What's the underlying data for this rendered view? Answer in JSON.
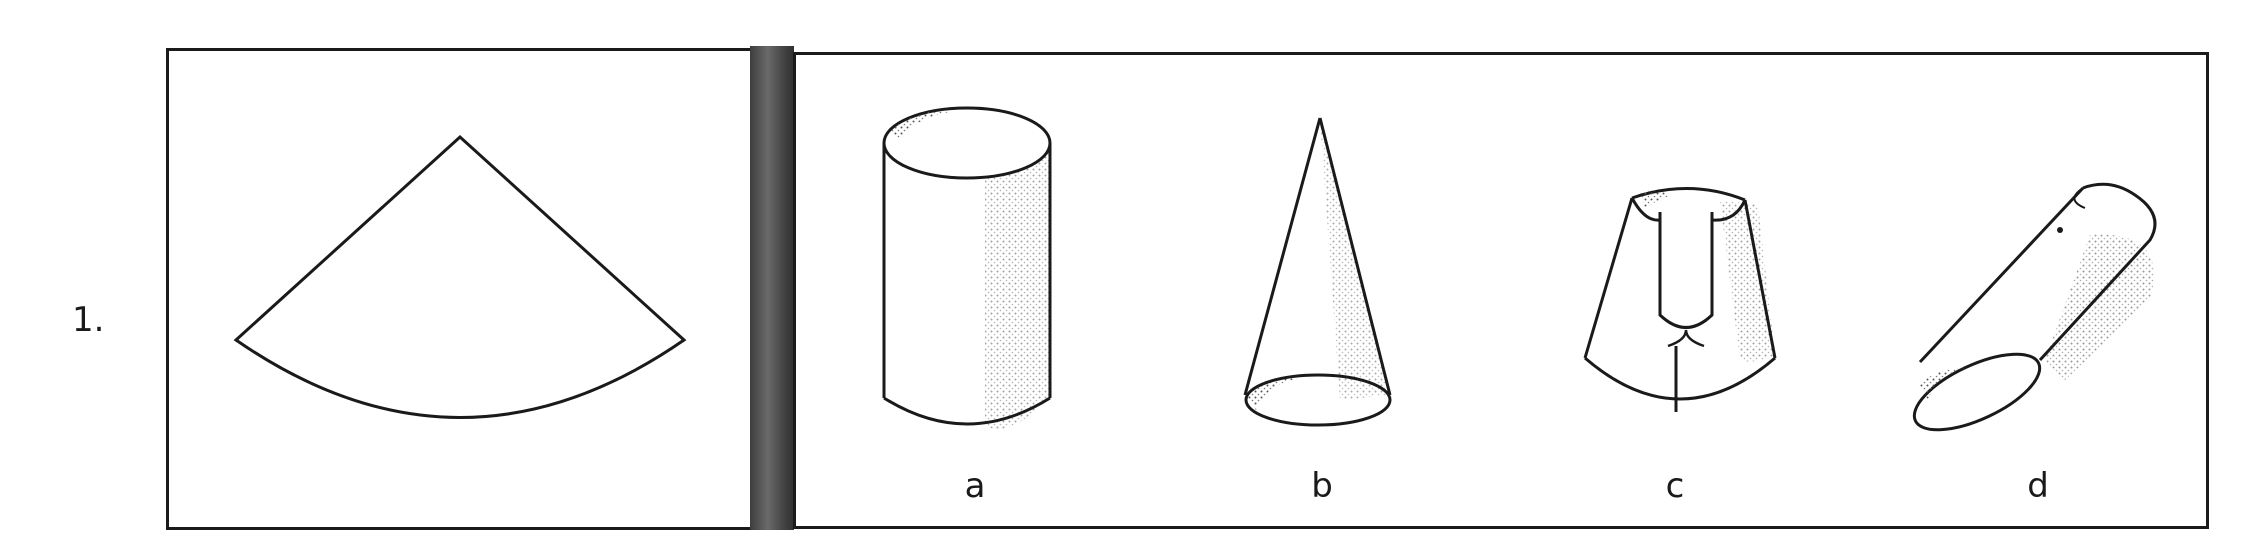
{
  "question": {
    "number": "1."
  },
  "options": [
    {
      "label": "a",
      "shape": "cylinder"
    },
    {
      "label": "b",
      "shape": "cone"
    },
    {
      "label": "c",
      "shape": "frustum-with-slot"
    },
    {
      "label": "d",
      "shape": "tilted-cylinder"
    }
  ],
  "source_shape": "circular-sector"
}
